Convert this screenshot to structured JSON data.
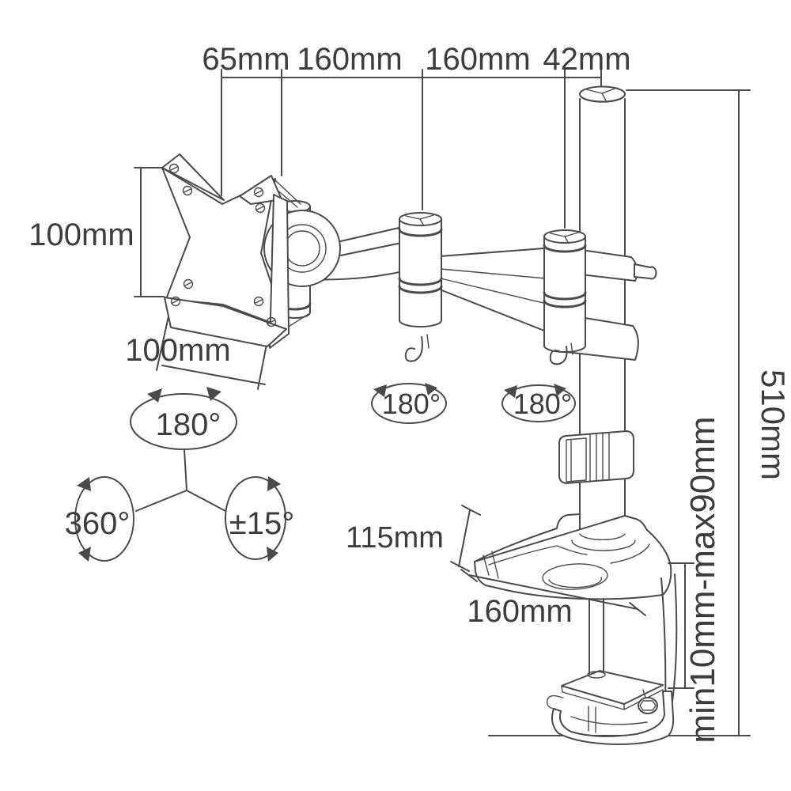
{
  "diagram": {
    "kind": "technical-dimension-drawing",
    "subject": "single monitor desk mount arm with VESA plate, articulated arms, pole and desk clamp",
    "background": "#ffffff",
    "line_color": "#4a4a4a",
    "text_color": "#3d3d3d"
  },
  "dims": {
    "top_65": "65mm",
    "top_160a": "160mm",
    "top_160b": "160mm",
    "top_42": "42mm",
    "vesa_height": "100mm",
    "vesa_width": "100mm",
    "pole_height": "510mm",
    "clamp_range": "min10mm-max90mm",
    "base_height": "115mm",
    "base_depth": "160mm"
  },
  "rot": {
    "vesa_swivel": "180°",
    "arm_swivel_1": "180°",
    "arm_swivel_2": "180°",
    "rotate_full": "360°",
    "tilt": "±15°"
  }
}
